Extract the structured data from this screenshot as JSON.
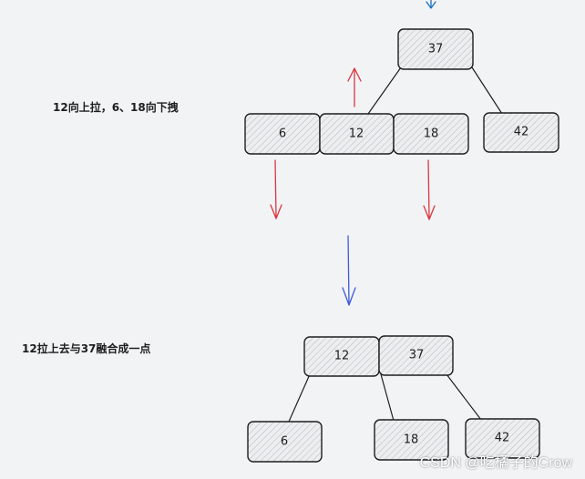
{
  "annotations": {
    "step1": "12向上拉，6、18向下拽",
    "step2": "12拉上去与37融合成一点"
  },
  "top_tree": {
    "root": "37",
    "row": [
      "6",
      "12",
      "18",
      "42"
    ]
  },
  "bottom_tree": {
    "root": [
      "12",
      "37"
    ],
    "children": [
      "6",
      "18",
      "42"
    ]
  },
  "colors": {
    "background": "#f2f3f5",
    "stroke": "#1e1e1e",
    "up_arrow": "#d9363e",
    "down_arrow": "#d9363e",
    "transition_arrow": "#3b5bdb",
    "top_arrow": "#1971c2"
  },
  "watermark": "CSDN @吃橘子的Crow"
}
